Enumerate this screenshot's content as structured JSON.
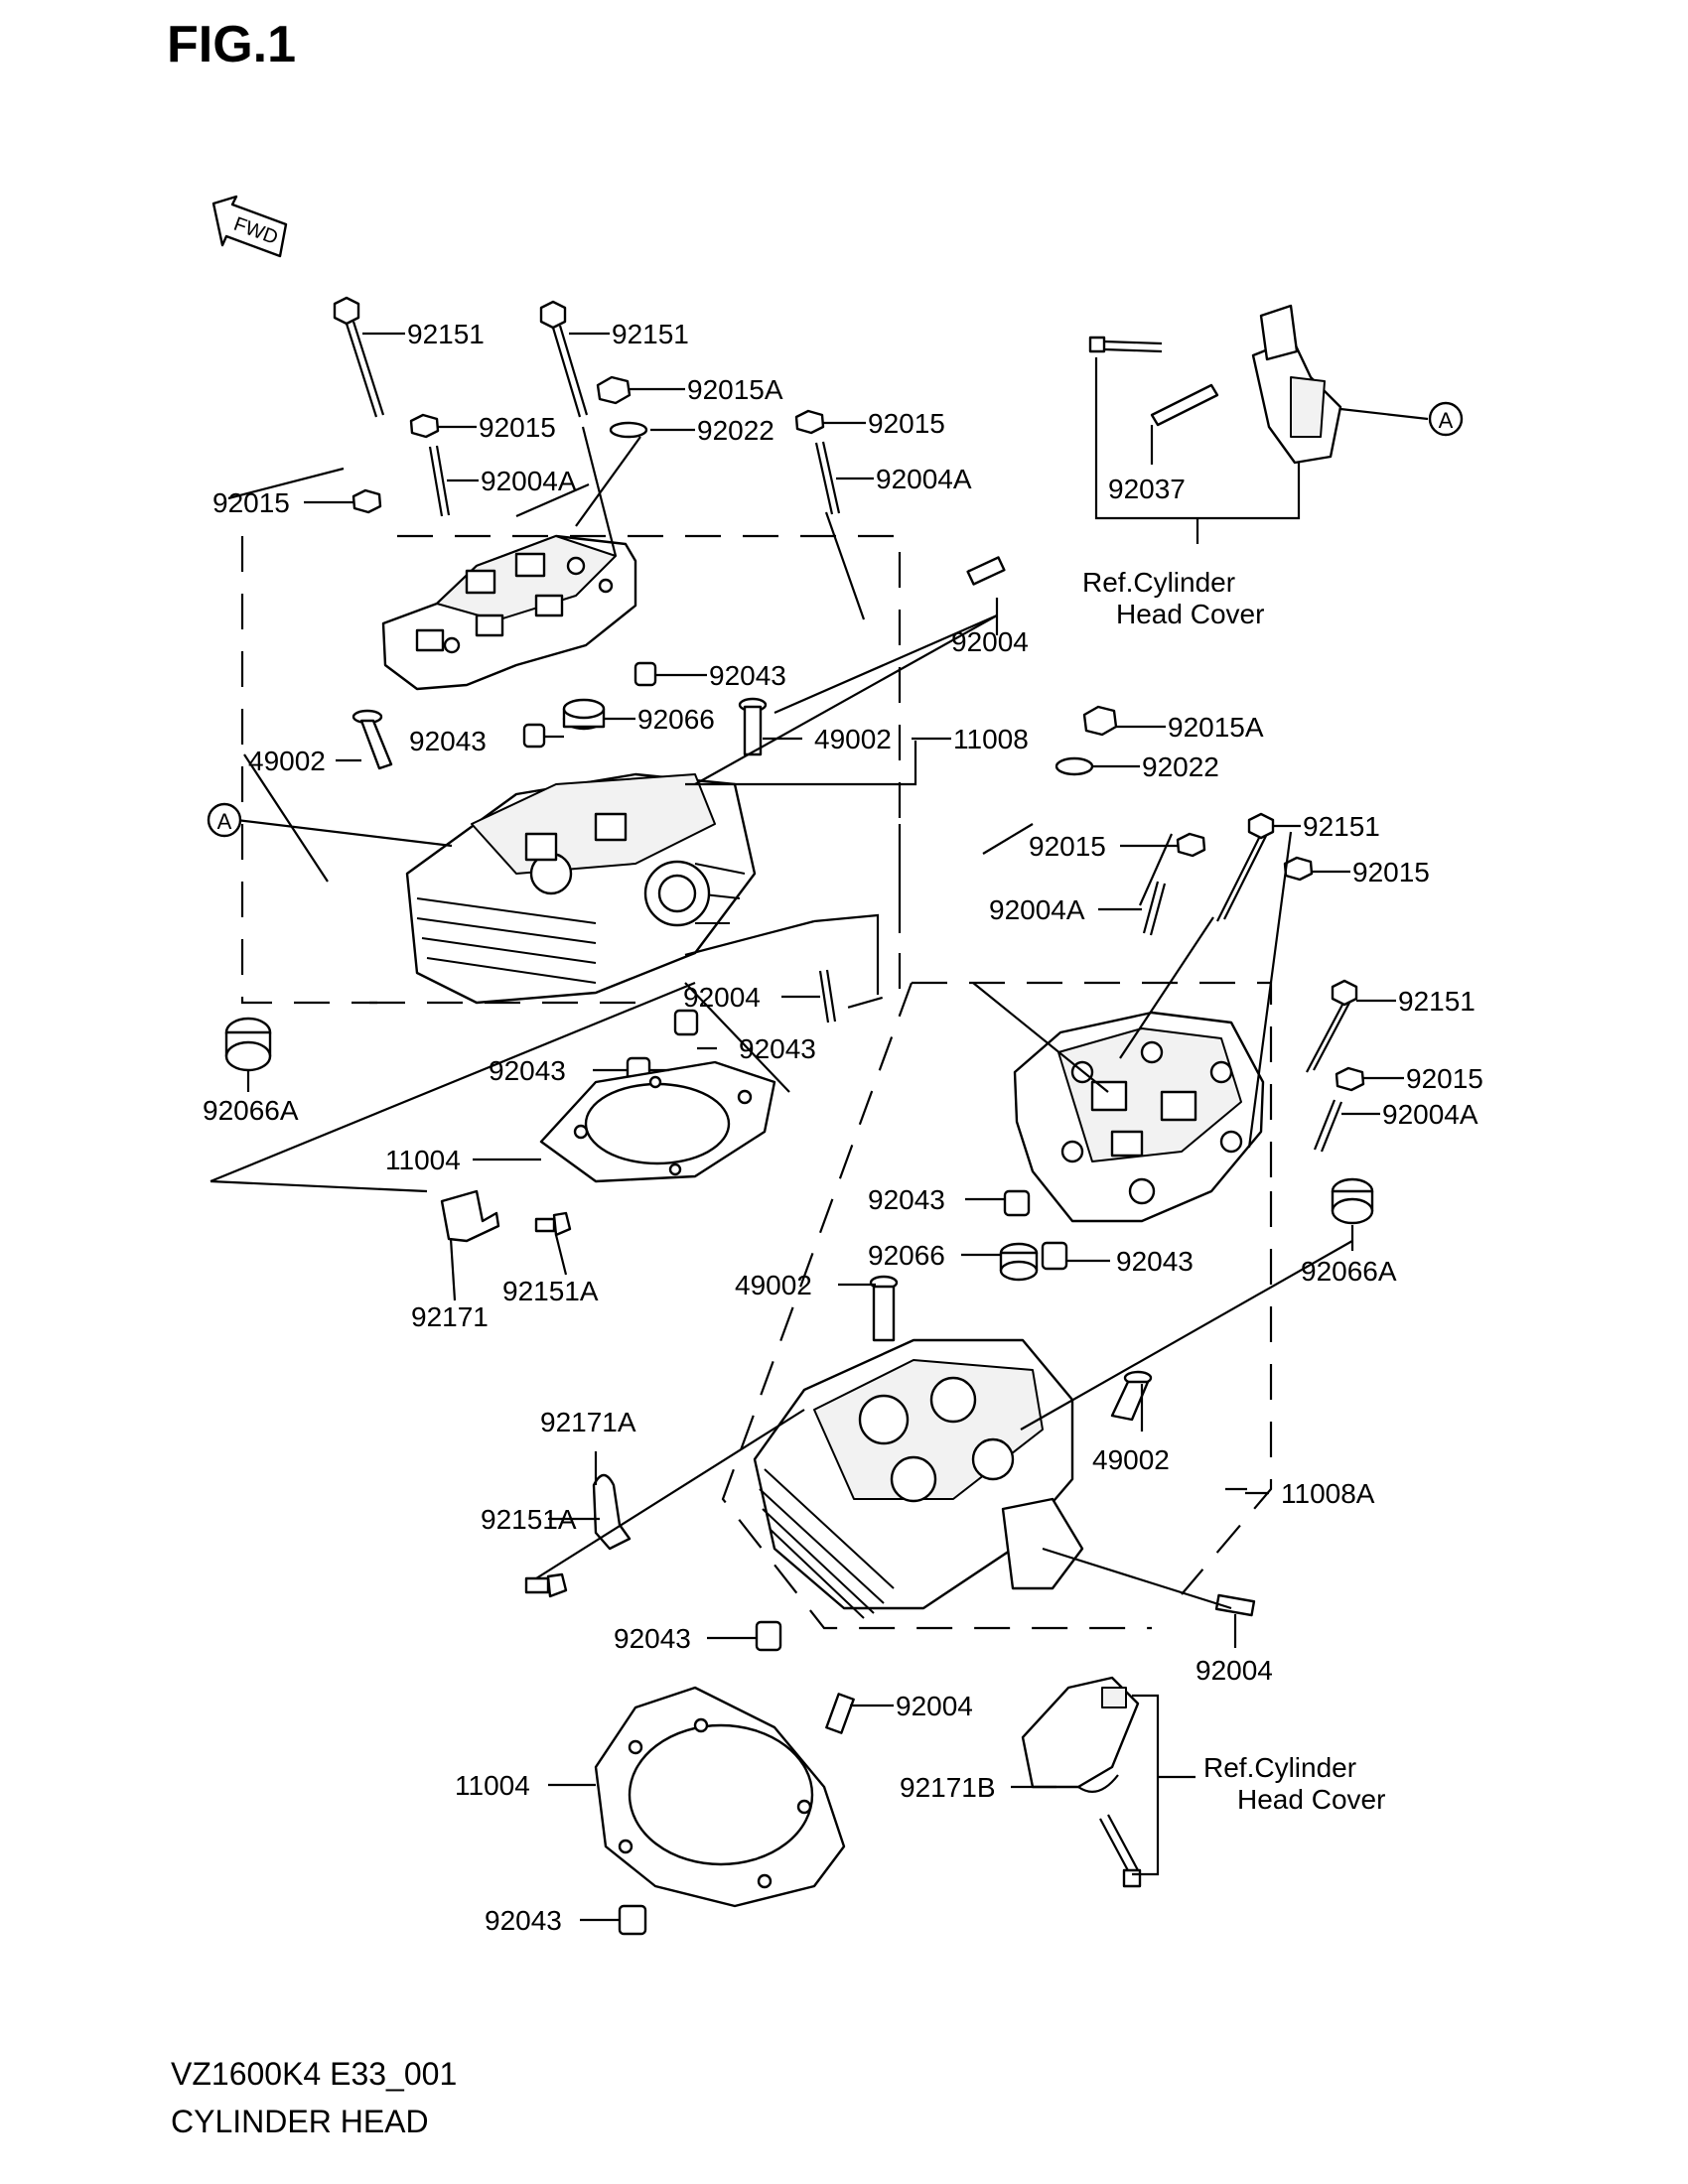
{
  "figure": {
    "title": "FIG.1",
    "fwd_label": "FWD",
    "model_code": "VZ1600K4 E33_001",
    "caption": "CYLINDER HEAD"
  },
  "callout_marker": "A",
  "ref_note": {
    "line1": "Ref.Cylinder",
    "line2": "Head Cover"
  },
  "labels": [
    "92151",
    "92151",
    "92015A",
    "92015",
    "92022",
    "92015",
    "92004A",
    "92004A",
    "92015",
    "92037",
    "92004",
    "92043",
    "49002",
    "92066",
    "92043",
    "49002",
    "11008",
    "92015A",
    "92022",
    "92151",
    "92015",
    "92015",
    "92004A",
    "92004",
    "92151",
    "92043",
    "92015",
    "92043",
    "92004A",
    "92066A",
    "11004",
    "92043",
    "92066",
    "92043",
    "92066A",
    "92171",
    "92151A",
    "49002",
    "92171A",
    "49002",
    "92151A",
    "11008A",
    "92043",
    "92004",
    "92004",
    "92171B",
    "11004",
    "92043"
  ]
}
